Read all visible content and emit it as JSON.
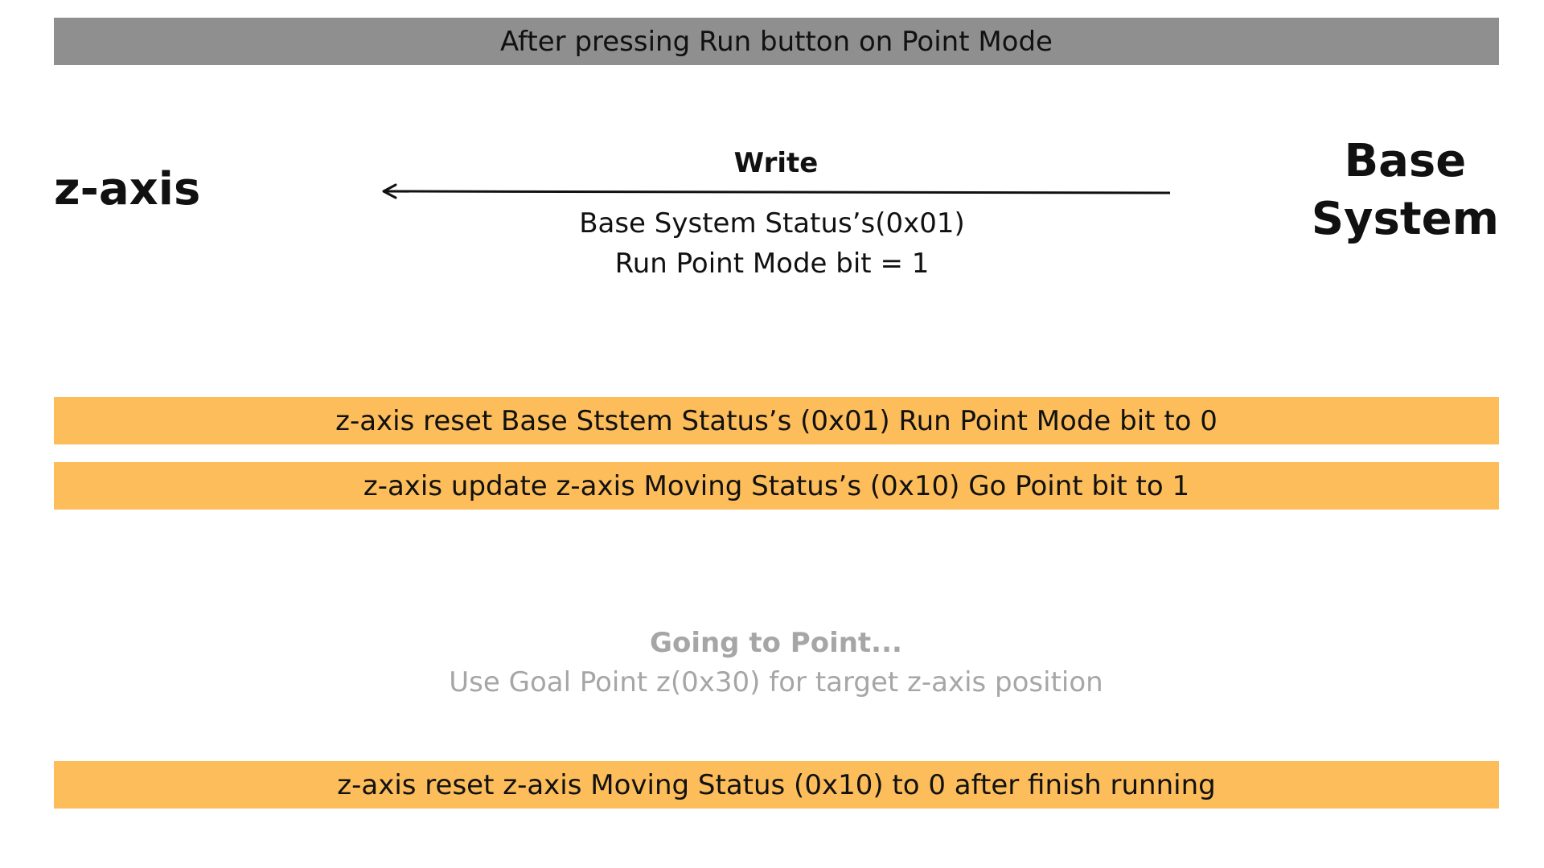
{
  "header": {
    "title": "After pressing Run button on Point Mode",
    "color": "#8f8f8f"
  },
  "actors": {
    "left": "z-axis",
    "right_line1": "Base",
    "right_line2": "System"
  },
  "message": {
    "label": "Write",
    "line1": "Base System Status’s(0x01)",
    "line2": "Run Point Mode bit = 1",
    "direction": "right-to-left"
  },
  "steps": [
    {
      "text": "z-axis reset Base Ststem Status’s (0x01) Run Point Mode bit to 0"
    },
    {
      "text": "z-axis update z-axis Moving Status’s (0x10) Go Point bit to 1"
    },
    {
      "text": "z-axis reset z-axis Moving Status (0x10) to 0 after finish running"
    }
  ],
  "note": {
    "title": "Going to Point...",
    "text": "Use Goal Point z(0x30) for target z-axis position"
  },
  "colors": {
    "step_bar": "#fcbd5a",
    "note_text": "#a6a6a6",
    "text": "#111111"
  }
}
